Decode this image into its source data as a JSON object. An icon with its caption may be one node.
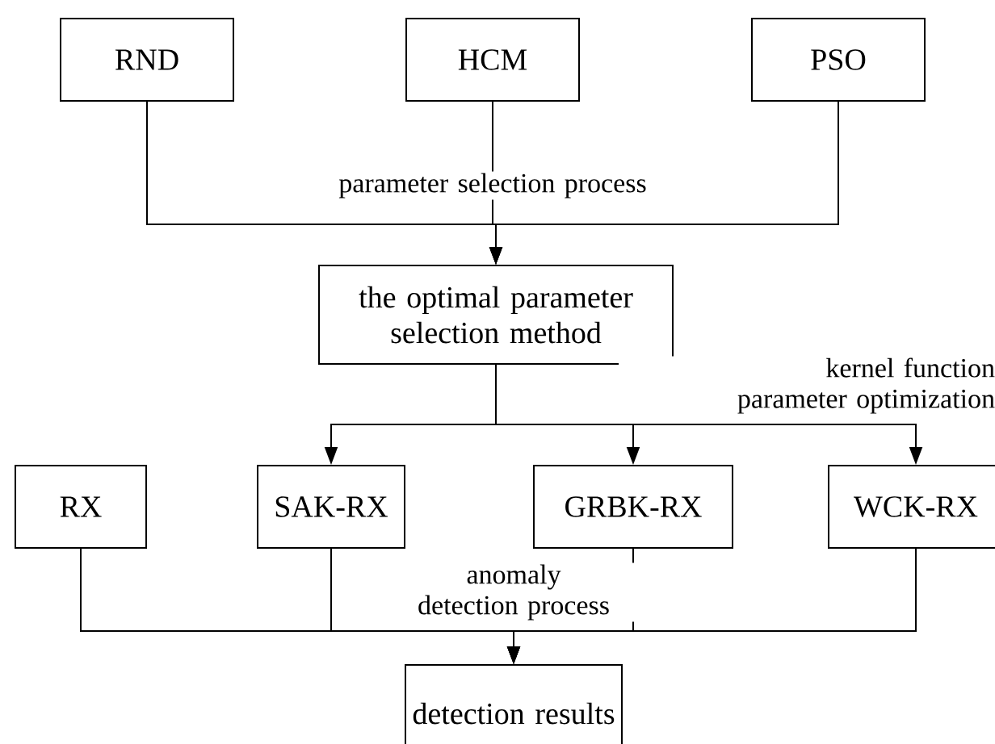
{
  "diagram": {
    "nodes": [
      {
        "text": [
          "RND"
        ]
      },
      {
        "text": [
          "HCM"
        ]
      },
      {
        "text": [
          "PSO"
        ]
      },
      {
        "text": [
          "the optimal parameter selection method"
        ]
      },
      {
        "text": [
          "RX"
        ]
      },
      {
        "text": [
          "SAK-RX"
        ]
      },
      {
        "text": [
          "GRBK-RX"
        ]
      },
      {
        "text": [
          "WCK-RX"
        ]
      },
      {
        "text": [
          "detection results"
        ]
      }
    ],
    "edges": [
      {
        "from": 0,
        "to": 3,
        "arrow": "to"
      },
      {
        "from": 1,
        "to": 3,
        "arrow": "to"
      },
      {
        "from": 2,
        "to": 3,
        "arrow": "to"
      },
      {
        "from": 3,
        "to": 5,
        "arrow": "to"
      },
      {
        "from": 3,
        "to": 6,
        "arrow": "to"
      },
      {
        "from": 3,
        "to": 7,
        "arrow": "to"
      },
      {
        "from": 4,
        "to": 8,
        "arrow": "to"
      },
      {
        "from": 5,
        "to": 8,
        "arrow": "to"
      },
      {
        "from": 6,
        "to": 8,
        "arrow": "to"
      },
      {
        "from": 7,
        "to": 8,
        "arrow": "to"
      }
    ],
    "labels": [
      "parameter selection process",
      "kernel function parameter optimization",
      "anomaly detection process"
    ]
  }
}
